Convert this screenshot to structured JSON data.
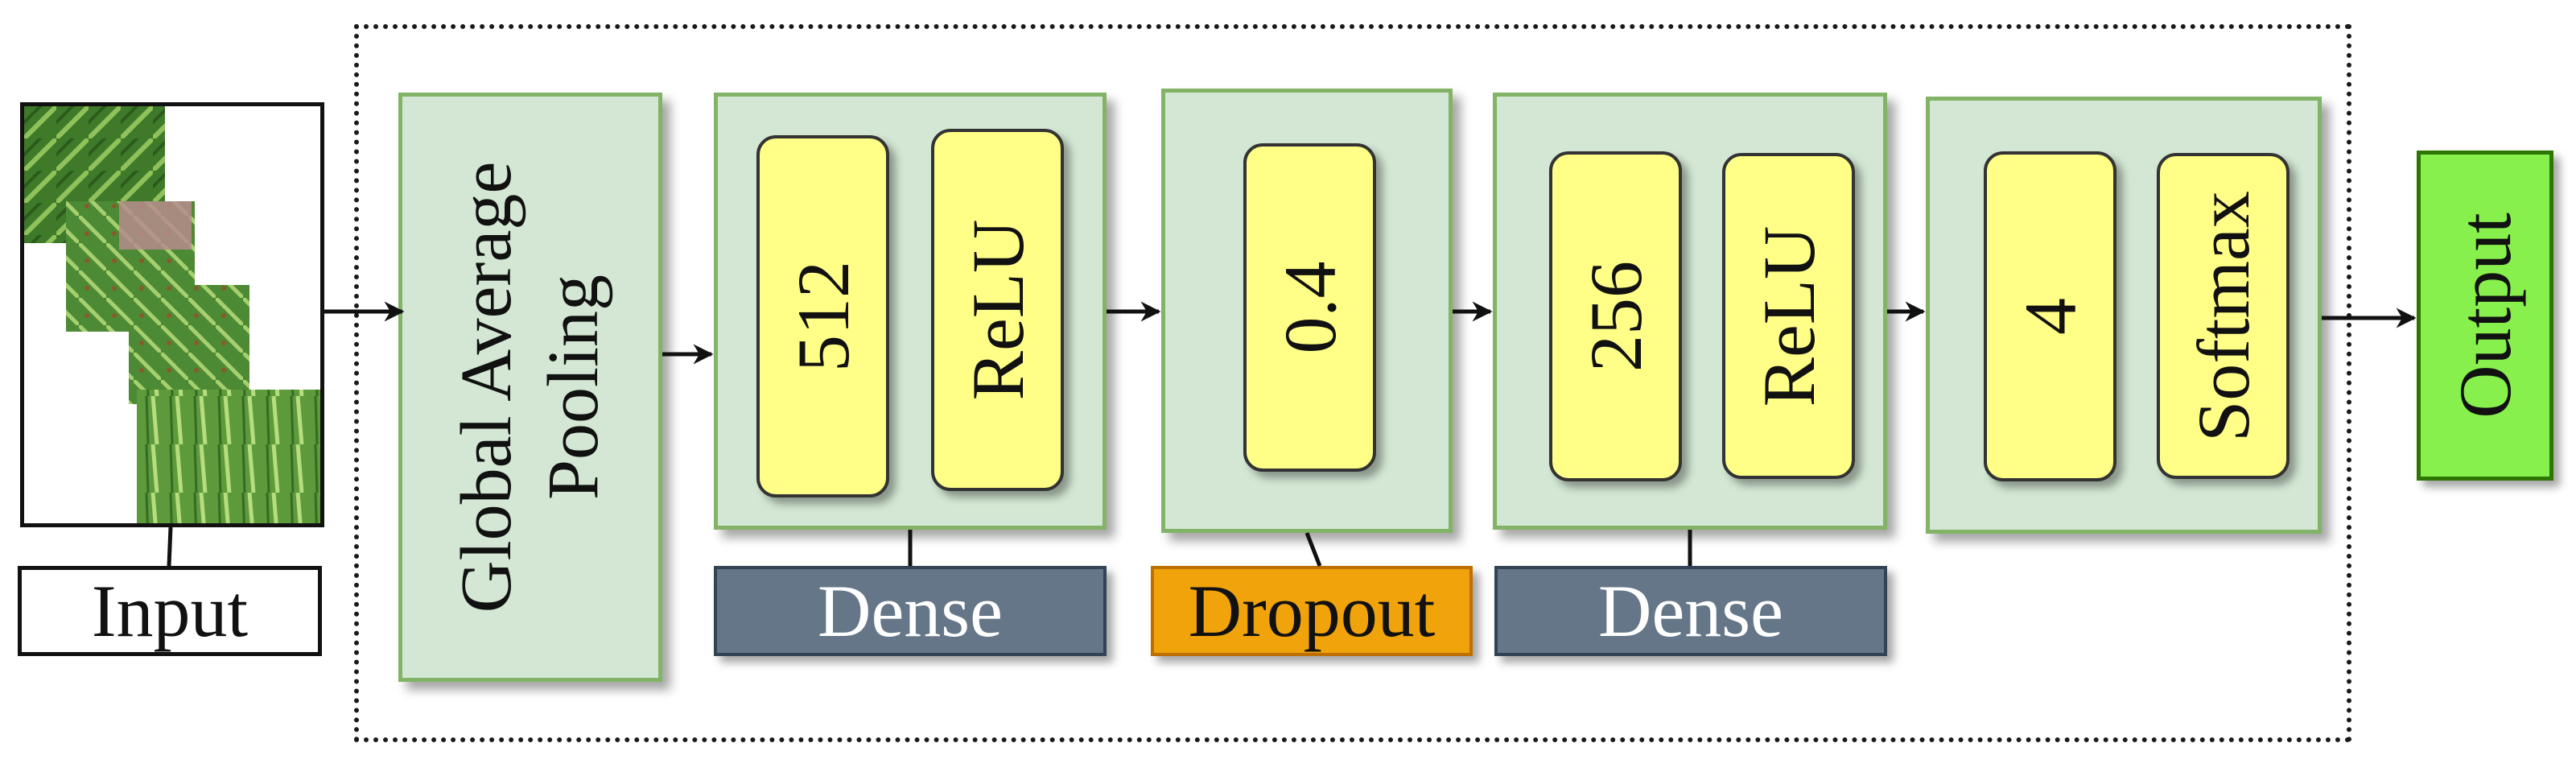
{
  "diagram": {
    "input_label": "Input",
    "gap_label_line1": "Global Average",
    "gap_label_line2": "Pooling",
    "dense1": {
      "units": "512",
      "activation": "ReLU",
      "label": "Dense"
    },
    "dropout": {
      "rate": "0.4",
      "label": "Dropout"
    },
    "dense2": {
      "units": "256",
      "activation": "ReLU",
      "label": "Dense"
    },
    "dense3": {
      "units": "4",
      "activation": "Softmax"
    },
    "output_label": "Output"
  },
  "colors": {
    "layer_fill": "#d3e7d4",
    "layer_border": "#82b366",
    "unit_fill": "#ffff88",
    "dense_label_fill": "#647687",
    "dropout_label_fill": "#f0a30a",
    "output_fill": "#88f04c"
  }
}
